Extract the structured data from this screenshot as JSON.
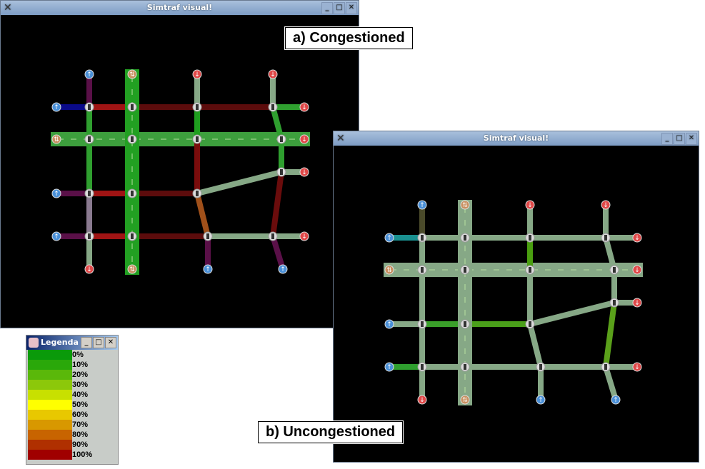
{
  "windows": [
    {
      "title": "Simtraf visual!",
      "caption": "a) Congestioned",
      "colors": {
        "r1a": "#0a0a8a",
        "r1b": "#a01414",
        "r1c": "#5c0c0c",
        "r1d": "#5c0c0c",
        "r1e": "#2fa02f",
        "r2": "#3d9f3d",
        "r3a": "#5a1048",
        "r3b": "#a01414",
        "r3c": "#5c0c0c",
        "r3d": "#86a886",
        "r3e": "#86a886",
        "r4a": "#5a1048",
        "r4b": "#a01414",
        "r4c": "#5c0c0c",
        "r4d": "#86a886",
        "r4e": "#86a886",
        "c1a": "#5a1048",
        "c1b": "#2f9f2f",
        "c1c": "#8a7a90",
        "c1d": "#86a886",
        "c2": "#22a022",
        "c3a": "#86a886",
        "c3b": "#1f9f1f",
        "c3c": "#7a0c0c",
        "c3d": "#a0501a",
        "c3e": "#5a1048",
        "c4a": "#86a886",
        "c4b": "#2f9f2f",
        "c4c": "#2f9f2f",
        "c4d": "#6a0c0c",
        "c4e": "#5a1048"
      }
    },
    {
      "title": "Simtraf visual!",
      "caption": "b) Uncongestioned",
      "colors": {
        "r1a": "#1a9090",
        "r1b": "#86a886",
        "r1c": "#86a886",
        "r1d": "#86a886",
        "r1e": "#86a886",
        "r2": "#86a886",
        "r3a": "#86a886",
        "r3b": "#3a9f2a",
        "r3c": "#4a9f1a",
        "r3d": "#86a886",
        "r3e": "#86a886",
        "r4a": "#2f9f2f",
        "r4b": "#86a886",
        "r4c": "#86a886",
        "r4d": "#86a886",
        "r4e": "#86a886",
        "c1a": "#4a4a2a",
        "c1b": "#86a886",
        "c1c": "#86a886",
        "c1d": "#86a886",
        "c2": "#86a886",
        "c3a": "#86a886",
        "c3b": "#4a9f10",
        "c3c": "#86a886",
        "c3d": "#86a886",
        "c3e": "#86a886",
        "c4a": "#86a886",
        "c4b": "#86a886",
        "c4c": "#86a886",
        "c4d": "#5aa01a",
        "c4e": "#86a886"
      }
    }
  ],
  "endpoints": {
    "top": [
      "up",
      "mixed",
      "down",
      "down"
    ],
    "left": [
      "up",
      "mixed",
      "up",
      "up"
    ],
    "right": [
      "down",
      "down",
      "down",
      "down"
    ],
    "bottom": [
      "down",
      "mixed",
      "up",
      "up"
    ]
  },
  "legend": {
    "title": "Legenda",
    "items": [
      {
        "label": "0%",
        "color": "#0a9a0a"
      },
      {
        "label": "10%",
        "color": "#2aa80a"
      },
      {
        "label": "20%",
        "color": "#5ab80a"
      },
      {
        "label": "30%",
        "color": "#8cc80a"
      },
      {
        "label": "40%",
        "color": "#c8e000"
      },
      {
        "label": "50%",
        "color": "#ffff00"
      },
      {
        "label": "60%",
        "color": "#e8c800"
      },
      {
        "label": "70%",
        "color": "#d89800"
      },
      {
        "label": "80%",
        "color": "#c86400"
      },
      {
        "label": "90%",
        "color": "#b03000"
      },
      {
        "label": "100%",
        "color": "#a00000"
      }
    ]
  }
}
